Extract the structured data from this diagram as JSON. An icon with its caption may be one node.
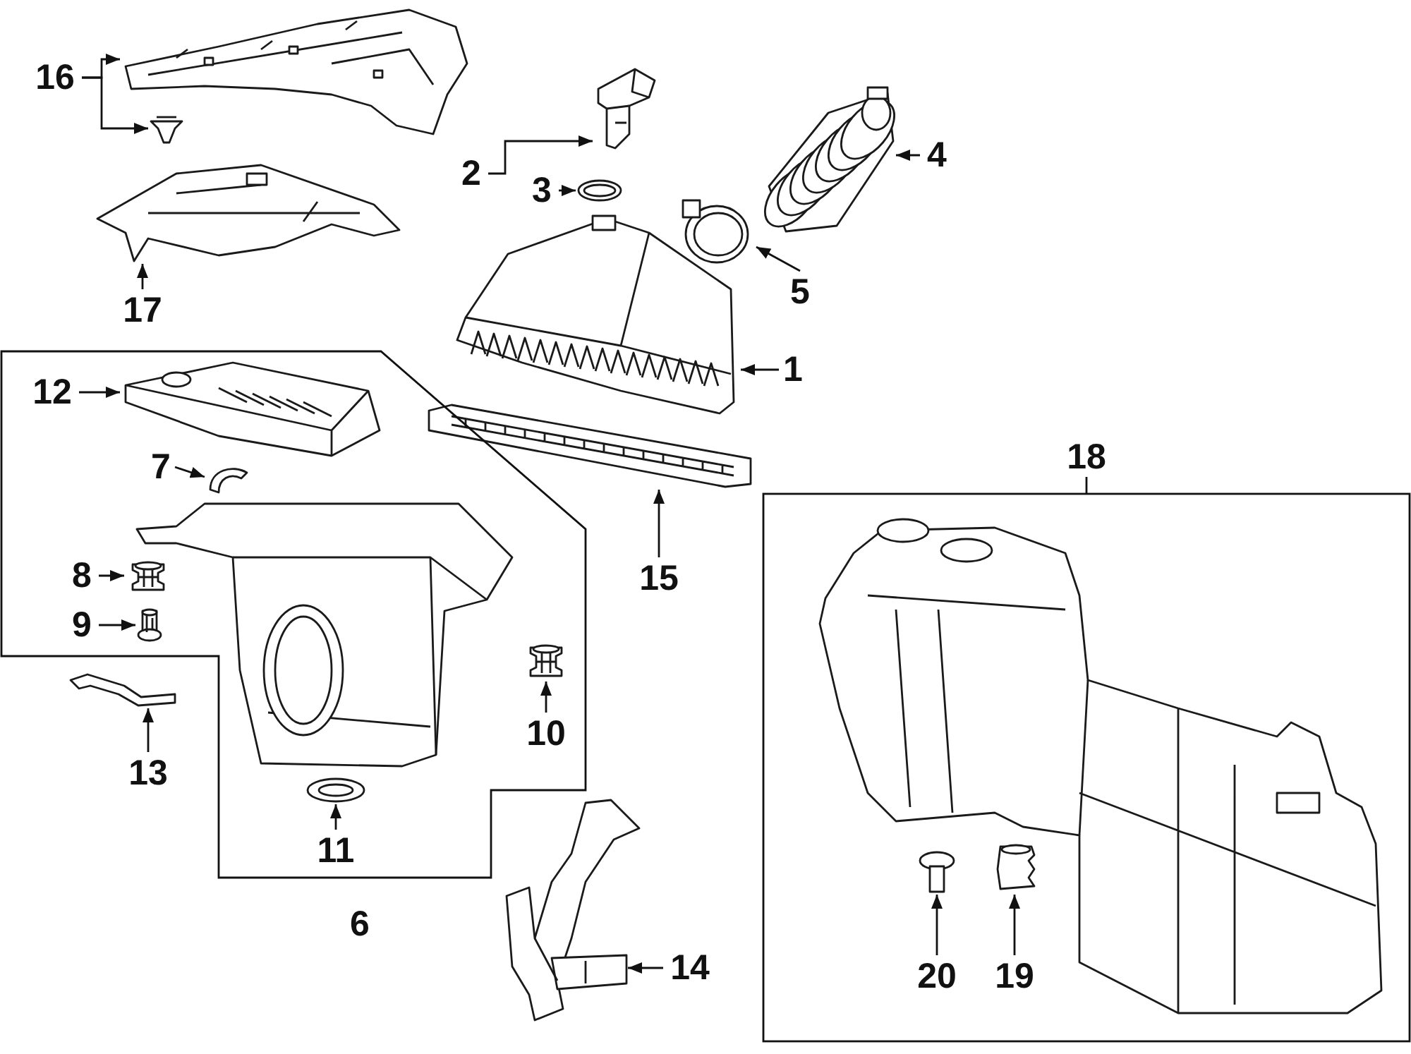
{
  "diagram": {
    "nodes": [
      {
        "text": [
          "16"
        ]
      },
      {
        "text": [],
        "shape": "picture"
      },
      {
        "text": [],
        "shape": "picture"
      },
      {
        "text": [
          "2"
        ]
      },
      {
        "text": [],
        "shape": "picture"
      },
      {
        "text": [
          "3"
        ]
      },
      {
        "text": [],
        "shape": "picture"
      },
      {
        "text": [
          "4"
        ]
      },
      {
        "text": [],
        "shape": "picture"
      },
      {
        "text": [
          "5"
        ]
      },
      {
        "text": [],
        "shape": "picture"
      },
      {
        "text": [
          "17"
        ]
      },
      {
        "text": [],
        "shape": "picture"
      },
      {
        "text": [
          "1"
        ]
      },
      {
        "text": [],
        "shape": "picture"
      },
      {
        "text": [
          "15"
        ]
      },
      {
        "text": [],
        "shape": "picture"
      },
      {
        "text": [
          "6"
        ]
      },
      {
        "text": [
          "12"
        ],
        "in": 17
      },
      {
        "text": [],
        "shape": "picture",
        "in": 17
      },
      {
        "text": [
          "7"
        ],
        "in": 17
      },
      {
        "text": [],
        "shape": "picture",
        "in": 17
      },
      {
        "text": [
          "8"
        ],
        "in": 17
      },
      {
        "text": [],
        "shape": "picture",
        "in": 17
      },
      {
        "text": [
          "9"
        ],
        "in": 17
      },
      {
        "text": [],
        "shape": "picture",
        "in": 17
      },
      {
        "text": [],
        "shape": "picture",
        "in": 17
      },
      {
        "text": [
          "10"
        ],
        "in": 17
      },
      {
        "text": [],
        "shape": "picture",
        "in": 17
      },
      {
        "text": [
          "11"
        ],
        "in": 17
      },
      {
        "text": [],
        "shape": "picture",
        "in": 17
      },
      {
        "text": [
          "13"
        ]
      },
      {
        "text": [],
        "shape": "picture"
      },
      {
        "text": [
          "14"
        ]
      },
      {
        "text": [],
        "shape": "picture"
      },
      {
        "text": [
          "18"
        ]
      },
      {
        "text": [],
        "shape": "picture",
        "in": 35
      },
      {
        "text": [
          "20"
        ],
        "in": 35
      },
      {
        "text": [],
        "shape": "picture",
        "in": 35
      },
      {
        "text": [
          "19"
        ],
        "in": 35
      },
      {
        "text": [],
        "shape": "picture",
        "in": 35
      }
    ],
    "edges": [
      {
        "from": 0,
        "to": 1,
        "arrow": "to"
      },
      {
        "from": 0,
        "to": 2,
        "arrow": "to"
      },
      {
        "from": 3,
        "to": 4,
        "arrow": "to"
      },
      {
        "from": 5,
        "to": 6,
        "arrow": "to"
      },
      {
        "from": 7,
        "to": 8,
        "arrow": "to"
      },
      {
        "from": 9,
        "to": 10,
        "arrow": "to"
      },
      {
        "from": 11,
        "to": 12,
        "arrow": "to"
      },
      {
        "from": 13,
        "to": 14,
        "arrow": "to"
      },
      {
        "from": 15,
        "to": 16,
        "arrow": "to"
      },
      {
        "from": 18,
        "to": 19,
        "arrow": "to"
      },
      {
        "from": 20,
        "to": 21,
        "arrow": "to"
      },
      {
        "from": 22,
        "to": 23,
        "arrow": "to"
      },
      {
        "from": 24,
        "to": 25,
        "arrow": "to"
      },
      {
        "from": 27,
        "to": 28,
        "arrow": "to"
      },
      {
        "from": 29,
        "to": 30,
        "arrow": "to"
      },
      {
        "from": 31,
        "to": 32,
        "arrow": "to"
      },
      {
        "from": 33,
        "to": 34,
        "arrow": "to"
      },
      {
        "from": 37,
        "to": 38,
        "arrow": "to"
      },
      {
        "from": 39,
        "to": 40,
        "arrow": "to"
      }
    ]
  }
}
